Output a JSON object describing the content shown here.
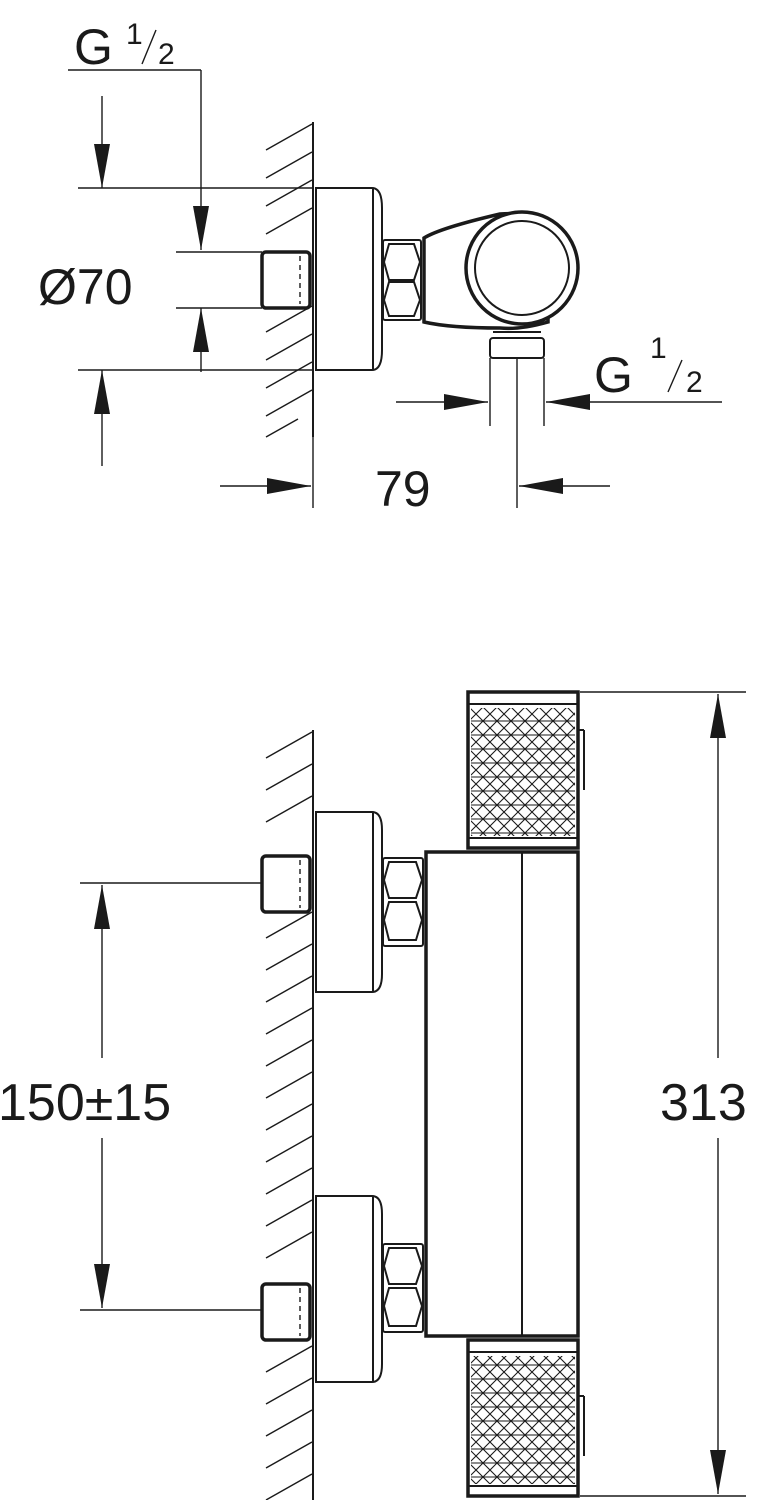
{
  "top_view": {
    "inlet_thread_label": {
      "base": "G",
      "num": "1",
      "den": "2"
    },
    "wall_flange_diameter": "Ø70",
    "outlet_thread_label": {
      "base": "G",
      "num": "1",
      "den": "2"
    },
    "projection_depth": "79"
  },
  "front_view": {
    "inlet_spacing": "150±15",
    "overall_height": "313"
  }
}
